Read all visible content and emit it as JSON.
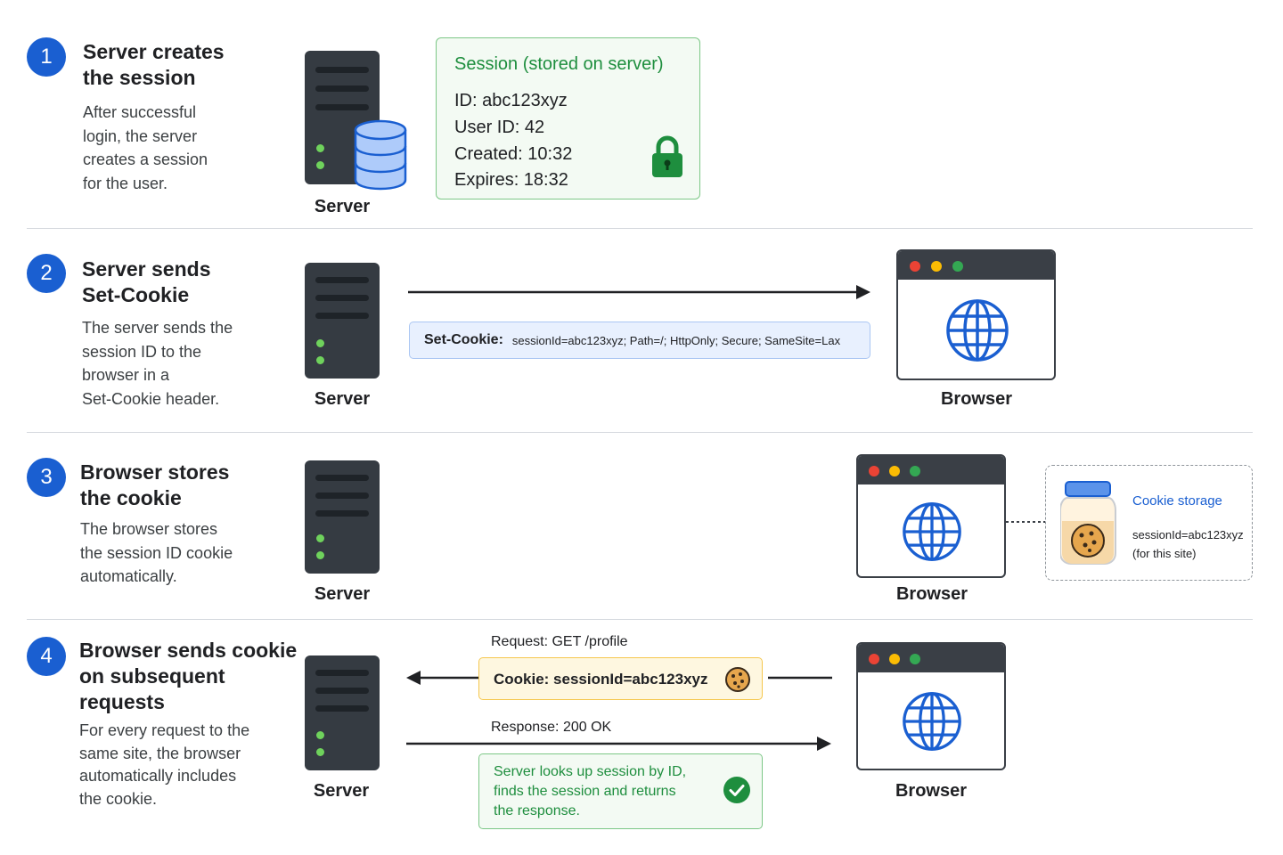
{
  "colors": {
    "badge": "#1a5fd1",
    "server": "#353b42",
    "session_green": "#1e8e3e",
    "set_cookie_blue": "#e8f0fe",
    "request_yellow": "#fef7e0",
    "globe_blue": "#1a5fd1"
  },
  "steps": [
    {
      "number": "1",
      "title_lines": [
        "Server creates",
        "the session"
      ],
      "desc_lines": [
        "After successful",
        "login, the server",
        "creates a session",
        "for the user."
      ],
      "server_label": "Server"
    },
    {
      "number": "2",
      "title_lines": [
        "Server sends",
        "Set-Cookie"
      ],
      "desc_lines": [
        "The server sends the",
        "session ID to the",
        "browser in a",
        "Set-Cookie header."
      ],
      "server_label": "Server",
      "browser_label": "Browser"
    },
    {
      "number": "3",
      "title_lines": [
        "Browser stores",
        "the cookie"
      ],
      "desc_lines": [
        "The browser stores",
        "the session ID cookie",
        "automatically."
      ],
      "server_label": "Server",
      "browser_label": "Browser"
    },
    {
      "number": "4",
      "title_lines": [
        "Browser sends cookie",
        "on subsequent",
        "requests"
      ],
      "desc_lines": [
        "For every request to the",
        "same site, the browser",
        "automatically includes",
        "the cookie."
      ],
      "server_label": "Server",
      "browser_label": "Browser"
    }
  ],
  "session": {
    "title": "Session (stored on server)",
    "lines": [
      "ID: abc123xyz",
      "User ID: 42",
      "Created: 10:32",
      "Expires: 18:32"
    ]
  },
  "set_cookie": {
    "key": "Set-Cookie:",
    "value": "sessionId=abc123xyz; Path=/; HttpOnly; Secure; SameSite=Lax"
  },
  "cookie_storage": {
    "title": "Cookie storage",
    "value": "sessionId=abc123xyz",
    "note": "(for this site)"
  },
  "request": {
    "label": "Request: GET /profile",
    "cookie": "Cookie: sessionId=abc123xyz"
  },
  "response": {
    "label": "Response: 200 OK",
    "lines": [
      "Server looks up session by ID,",
      "finds the session and returns",
      "the response."
    ]
  },
  "icons": [
    "database-icon",
    "lock-icon",
    "globe-icon",
    "cookie-icon",
    "cookie-jar-icon",
    "checkmark-icon"
  ]
}
